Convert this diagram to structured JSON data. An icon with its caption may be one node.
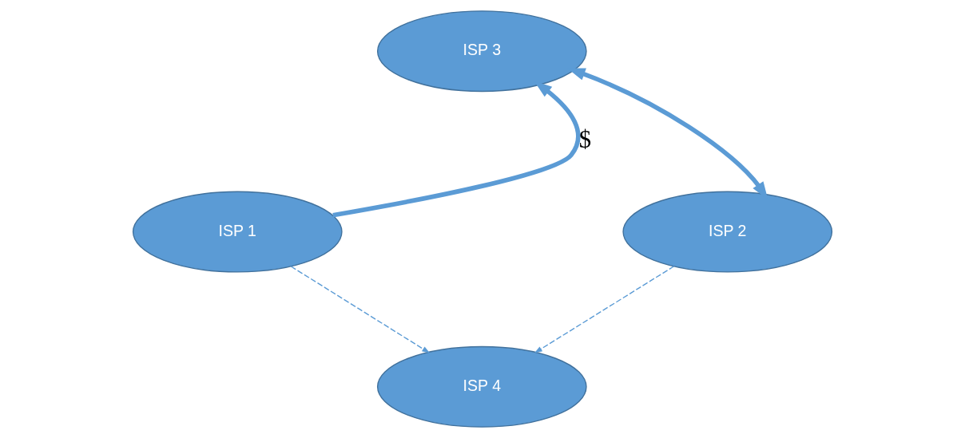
{
  "diagram": {
    "nodes": [
      {
        "text": [
          "ISP 3"
        ]
      },
      {
        "text": [
          "ISP 1"
        ]
      },
      {
        "text": [
          "ISP 2"
        ]
      },
      {
        "text": [
          "ISP 4"
        ]
      }
    ],
    "edges": [
      {
        "from": 1,
        "to": 0,
        "arrow": "to",
        "label": "$",
        "style": "thick"
      },
      {
        "from": 0,
        "to": 2,
        "arrow": "both",
        "style": "thick"
      },
      {
        "from": 1,
        "to": 3,
        "arrow": "to",
        "style": "dashed"
      },
      {
        "from": 2,
        "to": 3,
        "arrow": "to",
        "style": "dashed"
      }
    ]
  }
}
